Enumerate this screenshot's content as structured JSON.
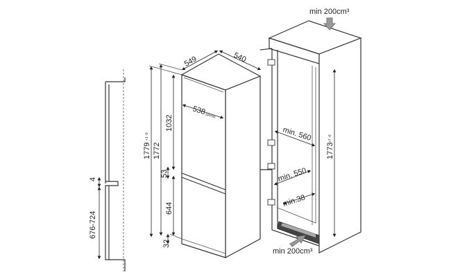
{
  "profile": {
    "gap_top": "4",
    "height_range": "676-724"
  },
  "appliance": {
    "depth": "549",
    "width": "540",
    "door_width": "538",
    "door_width_note": "(porta)",
    "total_height": "1779",
    "total_height_tol": "+1 -0",
    "body_height": "1772",
    "upper_door": "1032",
    "door_gap": "53",
    "lower_door": "644",
    "base": "32"
  },
  "niche": {
    "vent_top": "min 200cm³",
    "vent_bottom": "min 200cm³",
    "min_width": "min. 560",
    "min_depth": "min. 550",
    "min_rear_gap": "min.38",
    "height": "1773",
    "height_tol": "+7 -0"
  }
}
